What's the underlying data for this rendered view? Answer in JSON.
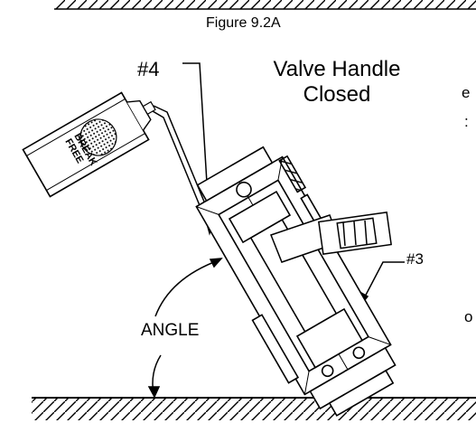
{
  "figure": {
    "title": "Figure 9.2A",
    "callout_top": "#4",
    "handle_state_line1": "Valve Handle",
    "handle_state_line2": "Closed",
    "callout_side": "#3",
    "angle_label": "ANGLE",
    "can_text_line1": "BREAK",
    "can_text_line2": "FREE",
    "clipped_text_1": "e",
    "clipped_text_2": ":",
    "clipped_text_3": "o"
  }
}
